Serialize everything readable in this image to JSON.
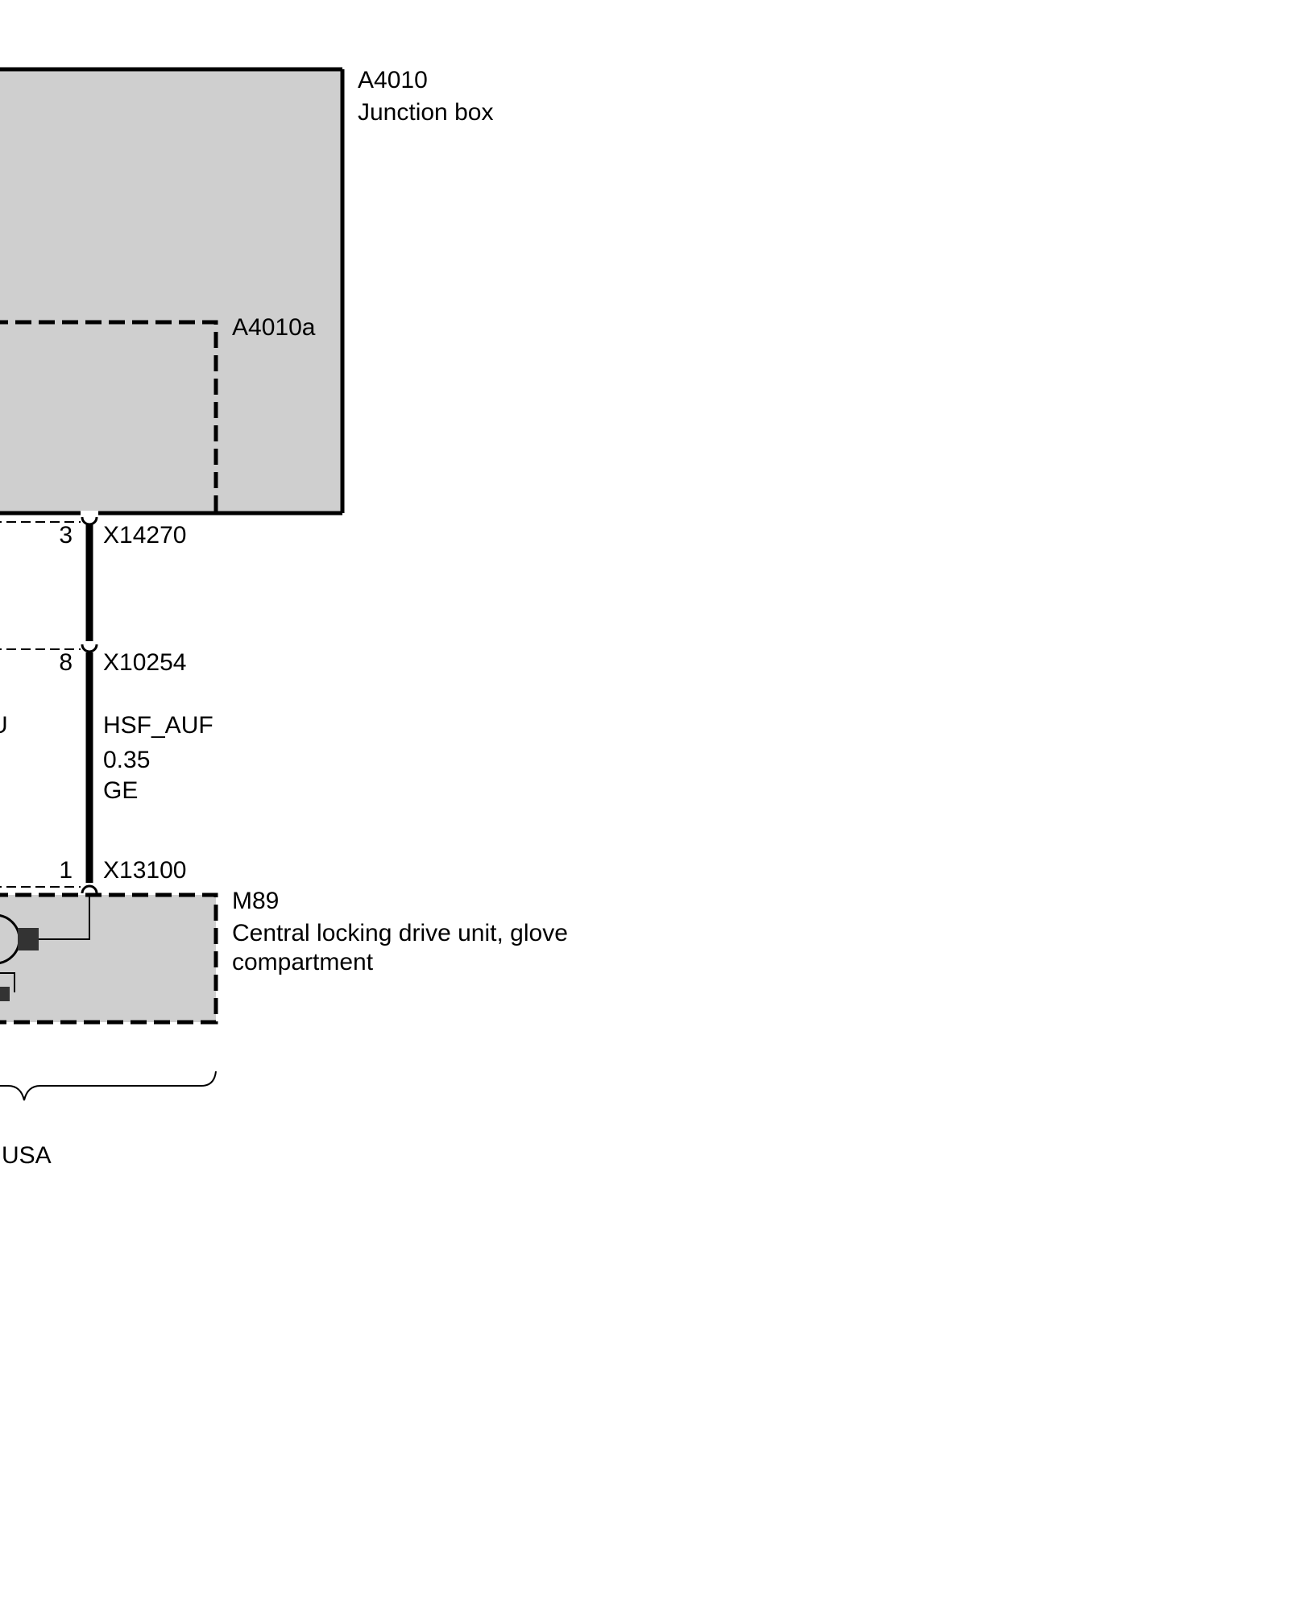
{
  "components": {
    "junction_box": {
      "id": "A4010",
      "name": "Junction box",
      "sub_module": "A4010a"
    },
    "drive_unit": {
      "id": "M89",
      "name_line1": "Central locking drive unit, glove",
      "name_line2": "compartment"
    }
  },
  "connectors": [
    {
      "pin": "3",
      "id": "X14270"
    },
    {
      "pin": "8",
      "id": "X10254"
    },
    {
      "pin": "1",
      "id": "X13100"
    }
  ],
  "wire": {
    "signal": "HSF_AUF",
    "cross_section": "0.35",
    "color_code": "GE"
  },
  "cut_off_labels": {
    "left_wire_partial": "U",
    "variant_partial": "USA"
  },
  "colors": {
    "component_fill": "#cfcfcf",
    "line": "#000000",
    "background": "#ffffff"
  }
}
